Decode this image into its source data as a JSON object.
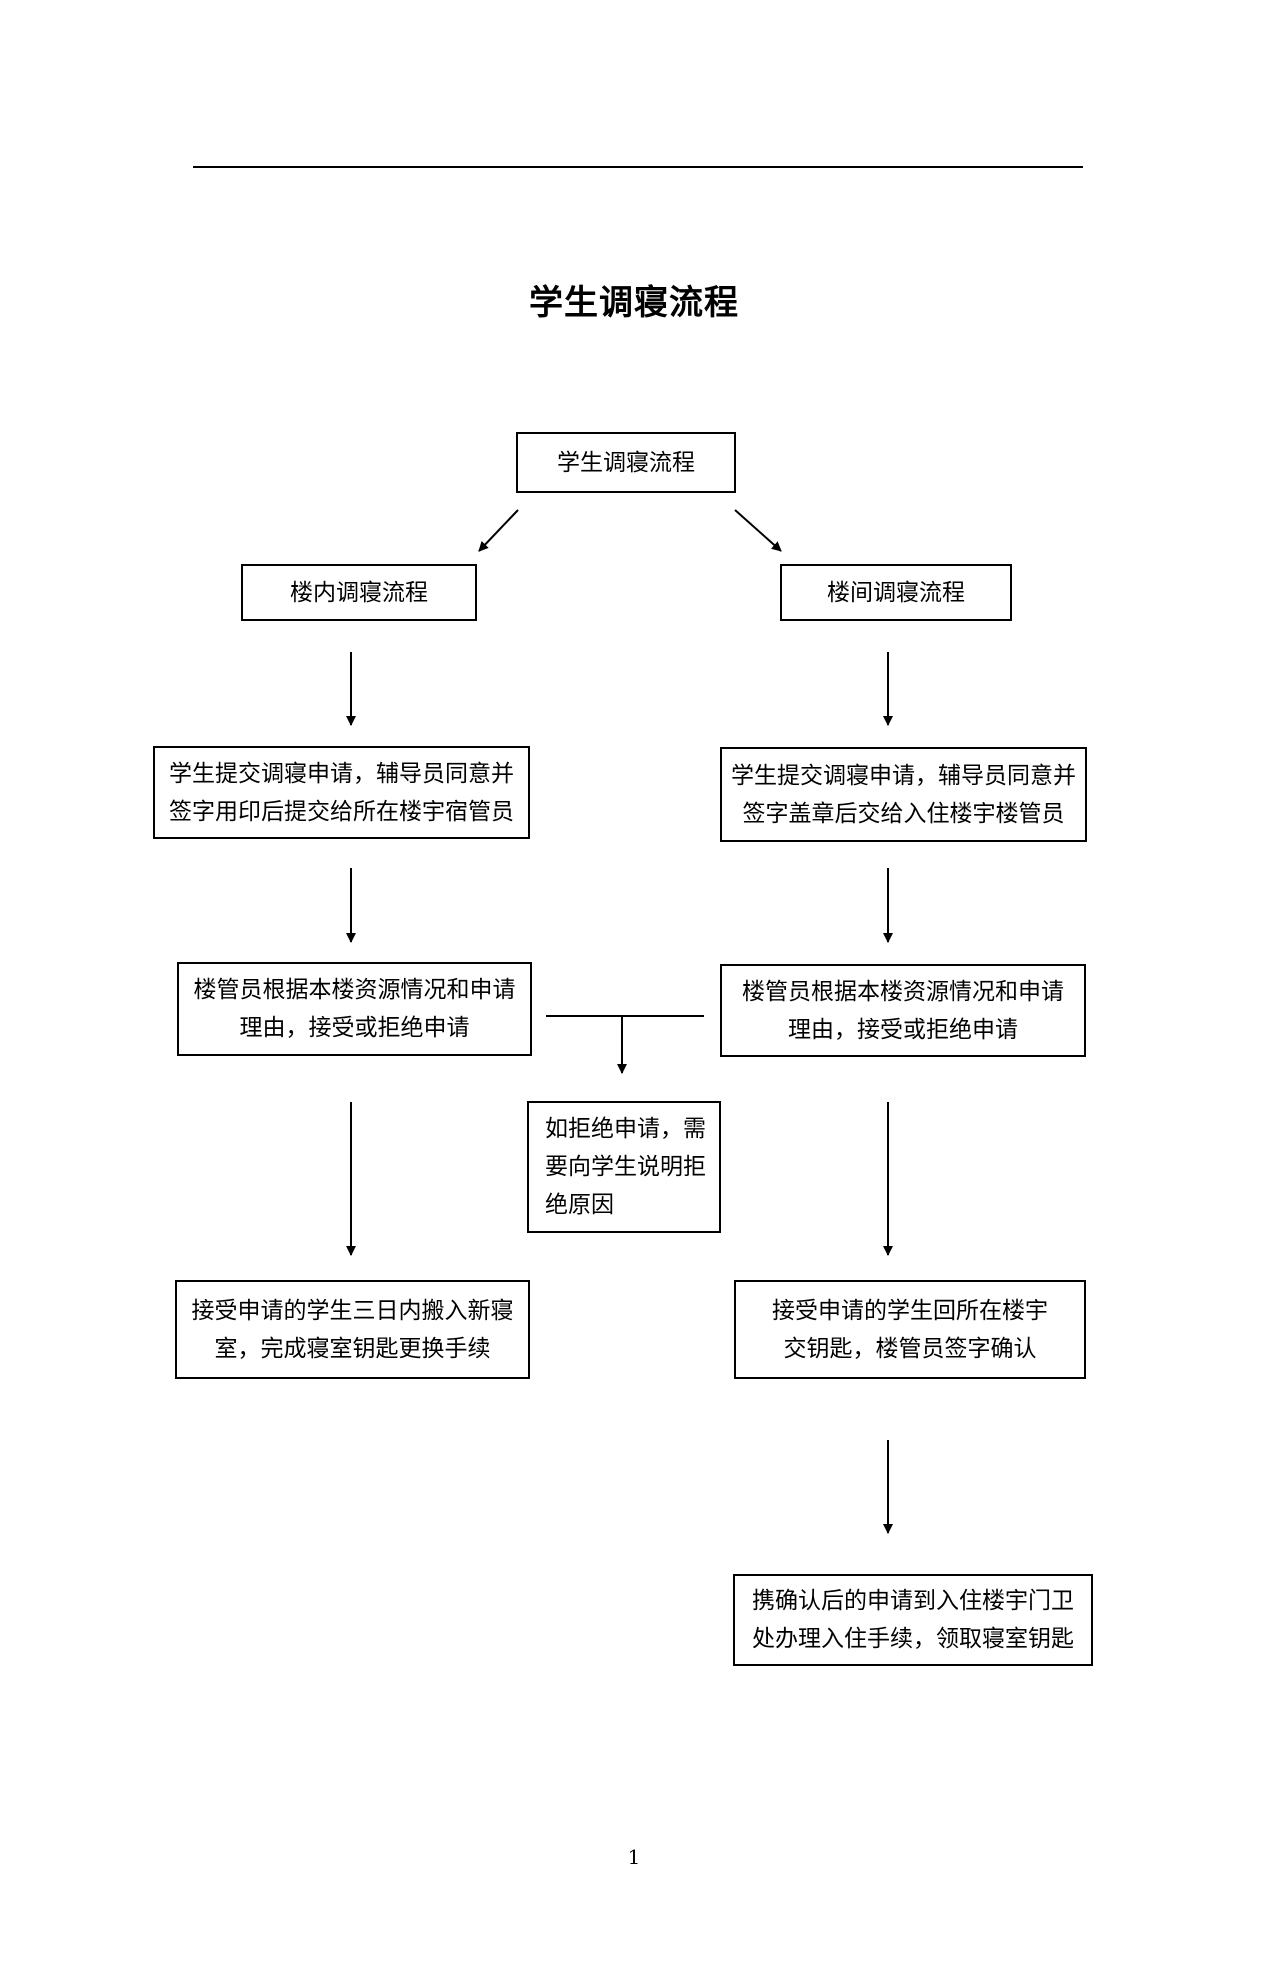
{
  "document": {
    "title": "学生调寝流程",
    "page_number": "1"
  },
  "flowchart": {
    "root": {
      "label": "学生调寝流程"
    },
    "left_branch": {
      "heading": "楼内调寝流程",
      "step1": [
        "学生提交调寝申请，辅导员同意并",
        "签字用印后提交给所在楼宇宿管员"
      ],
      "step2": [
        "楼管员根据本楼资源情况和申请",
        "理由，接受或拒绝申请"
      ],
      "step3": [
        "接受申请的学生三日内搬入新寝",
        "室，完成寝室钥匙更换手续"
      ]
    },
    "right_branch": {
      "heading": "楼间调寝流程",
      "step1": [
        "学生提交调寝申请，辅导员同意并",
        "签字盖章后交给入住楼宇楼管员"
      ],
      "step2": [
        "楼管员根据本楼资源情况和申请",
        "理由，接受或拒绝申请"
      ],
      "step3": [
        "接受申请的学生回所在楼宇",
        "交钥匙，楼管员签字确认"
      ],
      "step4": [
        "携确认后的申请到入住楼宇门卫",
        "处办理入住手续，领取寝室钥匙"
      ]
    },
    "rejection_note": [
      "如拒绝申请，需",
      "要向学生说明拒",
      "绝原因"
    ]
  }
}
